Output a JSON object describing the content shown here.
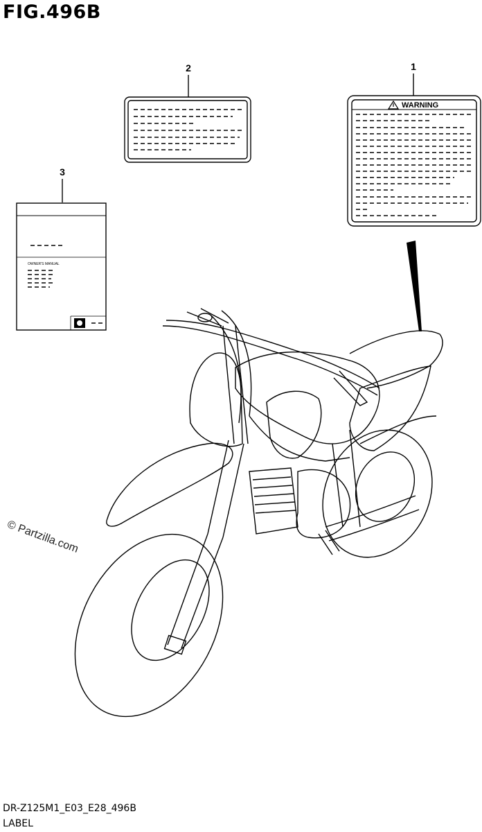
{
  "figure": {
    "title": "FIG.496B"
  },
  "callouts": [
    {
      "number": "1",
      "part": "warning-label"
    },
    {
      "number": "2",
      "part": "info-label"
    },
    {
      "number": "3",
      "part": "owners-manual"
    }
  ],
  "warning_label": {
    "heading": "WARNING",
    "icon": "warning-triangle-icon"
  },
  "owners_manual": {
    "text": "OWNER'S MANUAL",
    "icon": "brand-logo-icon"
  },
  "watermark": "© Partzilla.com",
  "footer": {
    "code": "DR-Z125M1_E03_E28_496B",
    "label": "LABEL"
  }
}
